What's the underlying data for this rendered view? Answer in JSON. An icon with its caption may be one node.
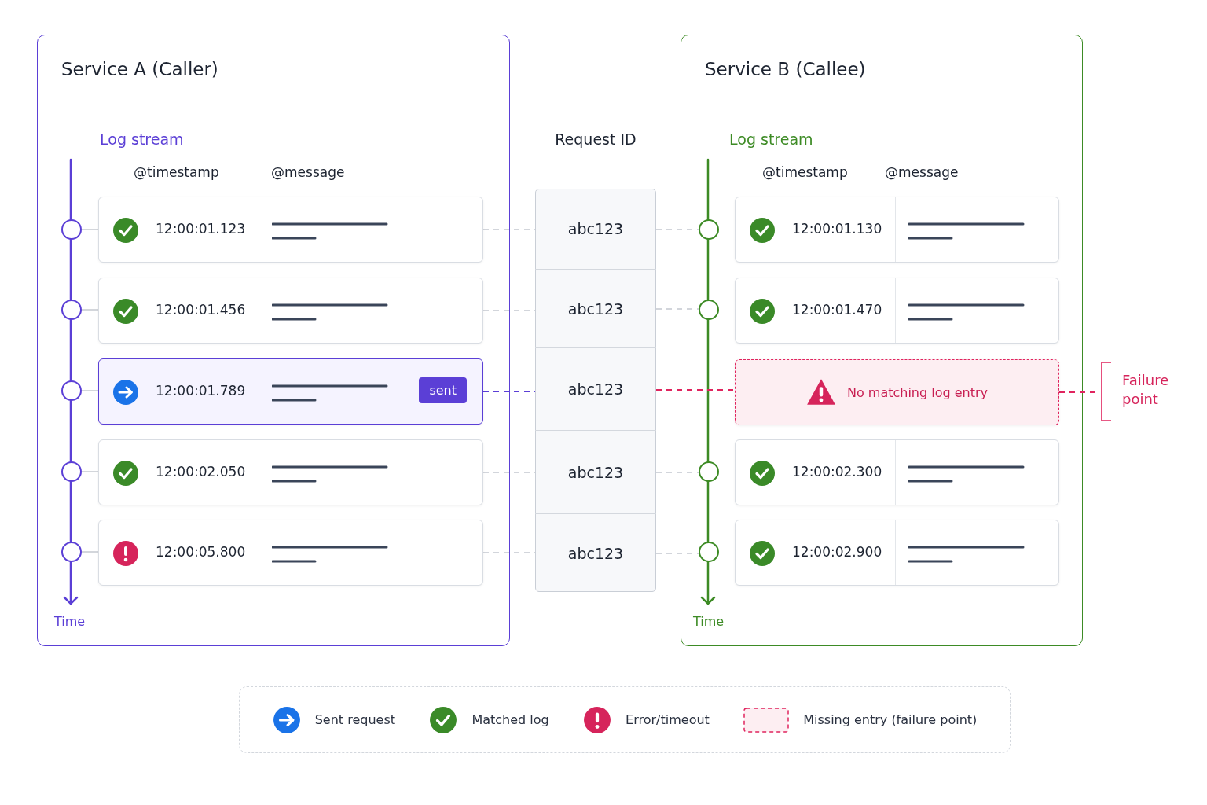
{
  "diagram": {
    "nodes": [
      {
        "text": [
          "Service A (Caller)"
        ]
      },
      {
        "text": [],
        "shape": "circle",
        "in": 0
      },
      {
        "text": [],
        "shape": "circle",
        "in": 0
      },
      {
        "text": [],
        "shape": "circle",
        "in": 0
      },
      {
        "text": [],
        "shape": "circle",
        "in": 0
      },
      {
        "text": [],
        "shape": "circle",
        "in": 0
      },
      {
        "text": [
          "12:00:01.123"
        ],
        "in": 0
      },
      {
        "text": [
          "12:00:01.456"
        ],
        "in": 0
      },
      {
        "text": [
          "12:00:01.789",
          "sent"
        ],
        "in": 0
      },
      {
        "text": [
          "12:00:02.050"
        ],
        "in": 0
      },
      {
        "text": [
          "12:00:05.800"
        ],
        "in": 0
      },
      {
        "text": [
          "Request ID"
        ]
      },
      {
        "text": [
          "abc123"
        ],
        "in": 11
      },
      {
        "text": [
          "abc123"
        ],
        "in": 11
      },
      {
        "text": [
          "abc123"
        ],
        "in": 11
      },
      {
        "text": [
          "abc123"
        ],
        "in": 11
      },
      {
        "text": [
          "abc123"
        ],
        "in": 11
      },
      {
        "text": [
          "Service B (Callee)"
        ]
      },
      {
        "text": [],
        "shape": "circle",
        "in": 17
      },
      {
        "text": [],
        "shape": "circle",
        "in": 17
      },
      {
        "text": [],
        "shape": "circle",
        "in": 17
      },
      {
        "text": [],
        "shape": "circle",
        "in": 17
      },
      {
        "text": [
          "12:00:01.130"
        ],
        "in": 17
      },
      {
        "text": [
          "12:00:01.470"
        ],
        "in": 17
      },
      {
        "text": [
          "No matching log entry"
        ],
        "in": 17
      },
      {
        "text": [
          "12:00:02.300"
        ],
        "in": 17
      },
      {
        "text": [
          "12:00:02.900"
        ],
        "in": 17
      },
      {
        "text": [
          "Failure point"
        ]
      }
    ],
    "edges": [
      {
        "from": 1,
        "to": 6,
        "arrow": "none"
      },
      {
        "from": 2,
        "to": 7,
        "arrow": "none"
      },
      {
        "from": 3,
        "to": 8,
        "arrow": "none"
      },
      {
        "from": 4,
        "to": 9,
        "arrow": "none"
      },
      {
        "from": 5,
        "to": 10,
        "arrow": "none"
      },
      {
        "from": 6,
        "to": 12,
        "arrow": "none",
        "style": "dashed"
      },
      {
        "from": 7,
        "to": 13,
        "arrow": "none",
        "style": "dashed"
      },
      {
        "from": 8,
        "to": 14,
        "arrow": "none",
        "style": "dashed",
        "color": "#5b3fd6"
      },
      {
        "from": 9,
        "to": 15,
        "arrow": "none",
        "style": "dashed"
      },
      {
        "from": 10,
        "to": 16,
        "arrow": "none",
        "style": "dashed"
      },
      {
        "from": 12,
        "to": 18,
        "arrow": "none",
        "style": "dashed"
      },
      {
        "from": 13,
        "to": 19,
        "arrow": "none",
        "style": "dashed"
      },
      {
        "from": 14,
        "to": 24,
        "arrow": "none",
        "style": "dashed",
        "color": "#e0245e"
      },
      {
        "from": 15,
        "to": 20,
        "arrow": "none",
        "style": "dashed"
      },
      {
        "from": 16,
        "to": 21,
        "arrow": "none",
        "style": "dashed"
      },
      {
        "from": 24,
        "to": 27,
        "arrow": "none",
        "style": "dashed",
        "color": "#e0245e"
      }
    ],
    "labels": [
      "Log stream",
      "@timestamp",
      "@message",
      "Time",
      "Log stream",
      "@timestamp",
      "@message",
      "Time"
    ],
    "legend": [
      {
        "text": "Sent request"
      },
      {
        "text": "Matched log"
      },
      {
        "text": "Error/timeout"
      },
      {
        "text": "Missing entry (failure point)"
      }
    ]
  }
}
